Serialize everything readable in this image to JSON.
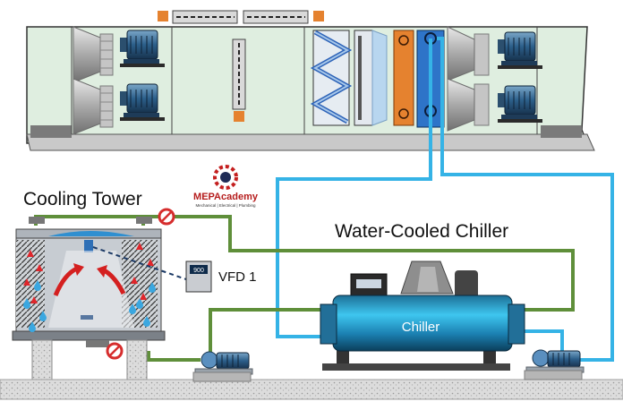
{
  "labels": {
    "cooling_tower": "Cooling Tower",
    "chiller_title": "Water-Cooled Chiller",
    "chiller_body": "Chiller",
    "vfd_label": "VFD 1",
    "vfd_display": "900"
  },
  "logo": {
    "name": "MEPAcademy",
    "tagline": "Mechanical | Electrical | Plumbing"
  },
  "colors": {
    "ahu_casing": "#dfeee0",
    "condenser_pipe": "#5f8f3a",
    "chilled_pipe": "#35b3e6",
    "tower_body": "#c7ccd2",
    "heating_coil": "#e5822f",
    "cooling_coil": "#2e74c8",
    "valve": "#d62d2d",
    "ground": "#d8d8d8"
  }
}
